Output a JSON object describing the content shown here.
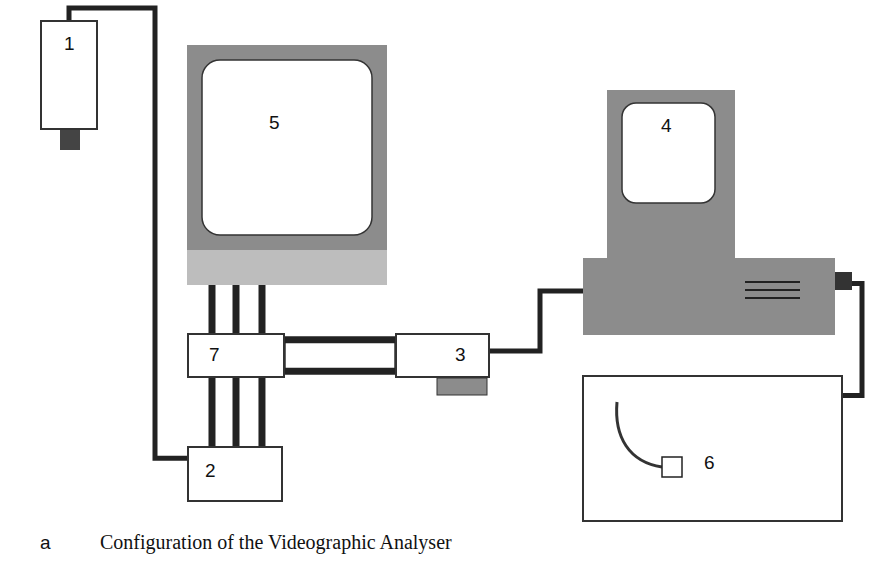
{
  "diagram": {
    "caption": "Configuration of the Videographic Analyser",
    "nodes": [
      {
        "text": [
          "1"
        ]
      },
      {
        "text": [
          "5"
        ]
      },
      {
        "text": [
          "4"
        ]
      },
      {
        "text": [
          "7"
        ]
      },
      {
        "text": [
          "3"
        ]
      },
      {
        "text": [
          "6"
        ]
      },
      {
        "text": [
          "2"
        ]
      }
    ],
    "edges": [
      {
        "from": 0,
        "to": 6,
        "arrow": "none"
      },
      {
        "from": 1,
        "to": 3,
        "arrow": "none"
      },
      {
        "from": 1,
        "to": 3,
        "arrow": "none"
      },
      {
        "from": 1,
        "to": 3,
        "arrow": "none"
      },
      {
        "from": 3,
        "to": 6,
        "arrow": "none"
      },
      {
        "from": 3,
        "to": 6,
        "arrow": "none"
      },
      {
        "from": 3,
        "to": 6,
        "arrow": "none"
      },
      {
        "from": 3,
        "to": 4,
        "arrow": "none"
      },
      {
        "from": 3,
        "to": 4,
        "arrow": "none"
      },
      {
        "from": 4,
        "to": 2,
        "arrow": "none"
      },
      {
        "from": 2,
        "to": 5,
        "arrow": "none"
      }
    ],
    "labels": [
      "a"
    ]
  }
}
